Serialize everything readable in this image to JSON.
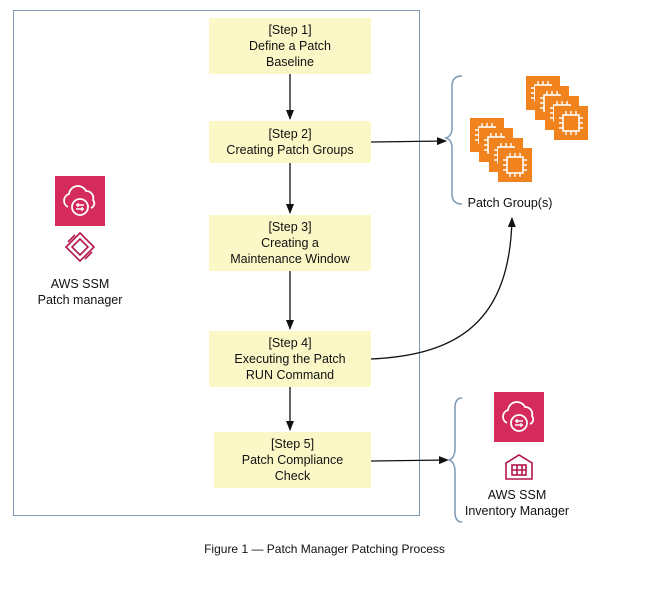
{
  "steps": [
    {
      "lines": [
        "[Step 1]",
        "Define a Patch",
        "Baseline"
      ]
    },
    {
      "lines": [
        "[Step 2]",
        "Creating Patch Groups"
      ]
    },
    {
      "lines": [
        "[Step 3]",
        "Creating a",
        "Maintenance Window"
      ]
    },
    {
      "lines": [
        "[Step 4]",
        "Executing the Patch",
        "RUN Command"
      ]
    },
    {
      "lines": [
        "[Step 5]",
        "Patch Compliance",
        "Check"
      ]
    }
  ],
  "patch_manager": {
    "line1": "AWS SSM",
    "line2": "Patch manager",
    "icon": "ssm-cloud-icon"
  },
  "patch_groups": {
    "label": "Patch Group(s)",
    "icon": "ec2-instance-stack-icon"
  },
  "inventory_manager": {
    "line1": "AWS SSM",
    "line2": "Inventory Manager",
    "icon": "ssm-cloud-icon"
  },
  "caption": "Figure 1 — Patch Manager Patching Process",
  "colors": {
    "step_fill": "#fbf7c6",
    "ssm_pink": "#d42b5c",
    "ec2_orange": "#f0831e",
    "frame": "#7d99b4"
  }
}
